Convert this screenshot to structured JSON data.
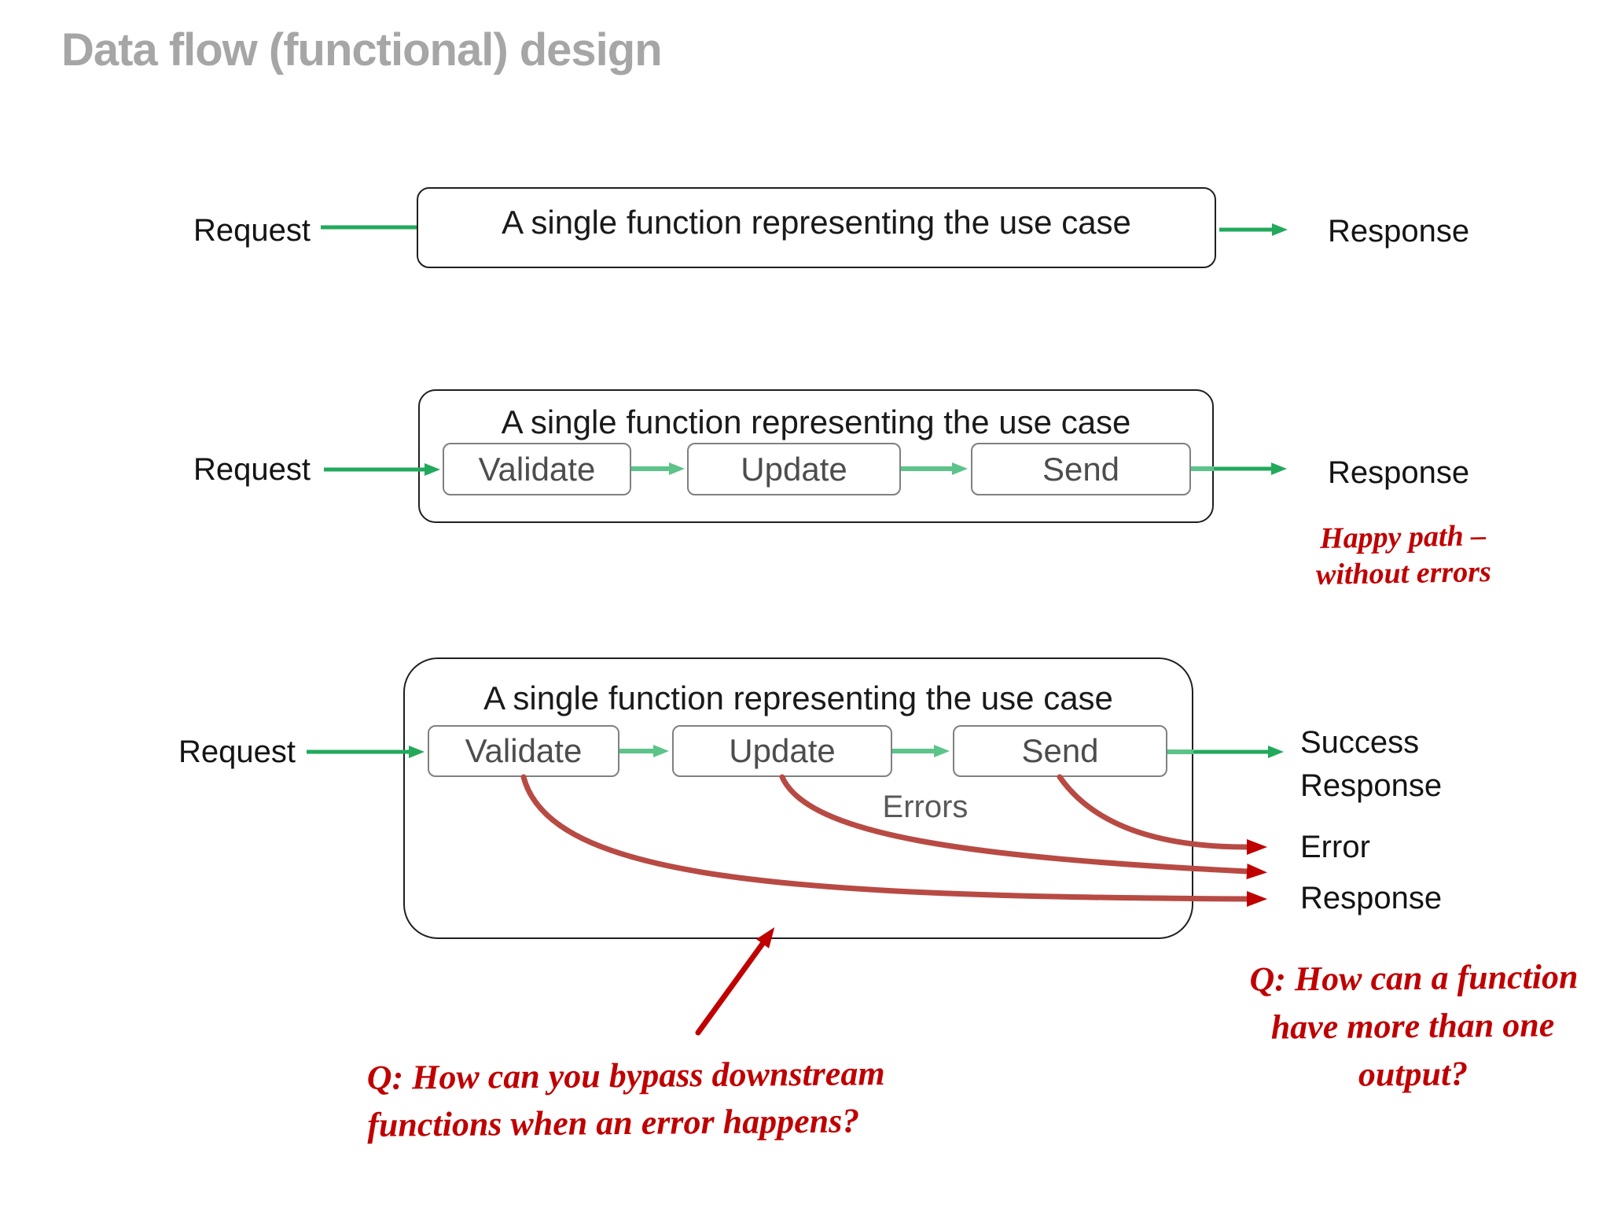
{
  "slide": {
    "title": "Data flow (functional) design"
  },
  "colors": {
    "title_gray": "#a6a6a6",
    "dark_green": "#22a95c",
    "light_green": "#5cc389",
    "handwriting_red": "#c00000",
    "curve_red": "#b84a44",
    "step_text_gray": "#4d4d4d",
    "errors_gray": "#595959"
  },
  "diagram1": {
    "request_label": "Request",
    "box_title": "A single function representing the use case",
    "response_label": "Response"
  },
  "diagram2": {
    "request_label": "Request",
    "box_title": "A single function representing the use case",
    "steps": [
      "Validate",
      "Update",
      "Send"
    ],
    "response_label": "Response",
    "note_line1": "Happy path –",
    "note_line2": "without errors"
  },
  "diagram3": {
    "request_label": "Request",
    "box_title": "A single function representing the use case",
    "steps": [
      "Validate",
      "Update",
      "Send"
    ],
    "errors_label": "Errors",
    "success_label_line1": "Success",
    "success_label_line2": "Response",
    "error_label_line1": "Error",
    "error_label_line2": "Response",
    "question_bottom_line1": "Q: How can you bypass downstream",
    "question_bottom_line2": "functions when an error happens?",
    "question_right_line1": "Q: How can a function",
    "question_right_line2": "have more than one",
    "question_right_line3": "output?"
  }
}
